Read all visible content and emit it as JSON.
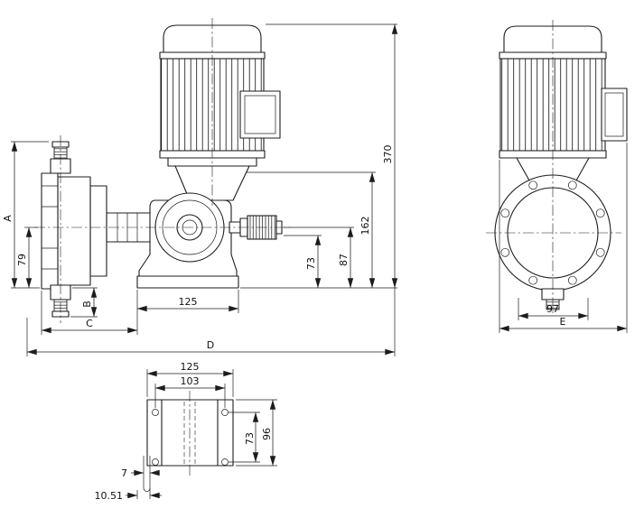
{
  "dims": {
    "side": {
      "dA": "A",
      "d79": "79",
      "dB": "B",
      "dC": "C",
      "dD": "D",
      "d125": "125",
      "d73": "73",
      "d87": "87",
      "d162": "162",
      "d370": "370"
    },
    "front": {
      "d97": "97",
      "dE": "E"
    },
    "bottom": {
      "d125": "125",
      "d103": "103",
      "d73": "73",
      "d96": "96",
      "d7": "7",
      "d1051": "10.51"
    }
  }
}
